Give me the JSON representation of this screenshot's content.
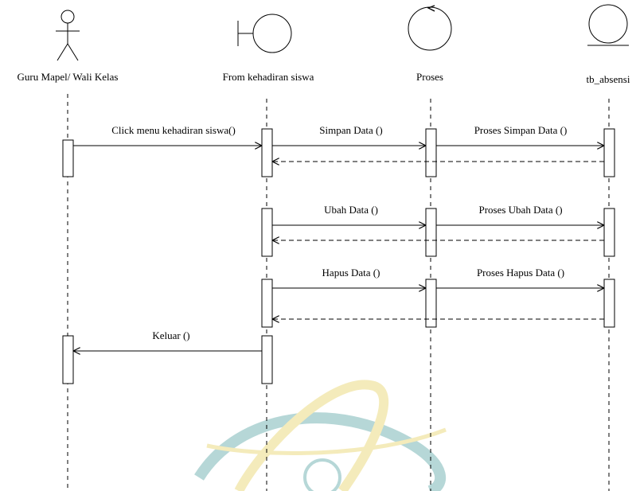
{
  "participants": [
    {
      "id": "actor",
      "label": "Guru Mapel/ Wali Kelas",
      "kind": "actor"
    },
    {
      "id": "boundary",
      "label": "From kehadiran siswa",
      "kind": "boundary"
    },
    {
      "id": "control",
      "label": "Proses",
      "kind": "control"
    },
    {
      "id": "entity",
      "label": "tb_absensi",
      "kind": "entity"
    }
  ],
  "messages": [
    {
      "label": "Click menu kehadiran siswa()",
      "from": "actor",
      "to": "boundary",
      "type": "sync"
    },
    {
      "label": "Simpan Data ()",
      "from": "boundary",
      "to": "control",
      "type": "sync"
    },
    {
      "label": "Proses Simpan Data ()",
      "from": "control",
      "to": "entity",
      "type": "sync"
    },
    {
      "label": "",
      "from": "entity",
      "to": "boundary",
      "type": "return"
    },
    {
      "label": "Ubah Data ()",
      "from": "boundary",
      "to": "control",
      "type": "sync"
    },
    {
      "label": "Proses Ubah Data ()",
      "from": "control",
      "to": "entity",
      "type": "sync"
    },
    {
      "label": "",
      "from": "entity",
      "to": "boundary",
      "type": "return"
    },
    {
      "label": "Hapus Data ()",
      "from": "boundary",
      "to": "control",
      "type": "sync"
    },
    {
      "label": "Proses Hapus Data ()",
      "from": "control",
      "to": "entity",
      "type": "sync"
    },
    {
      "label": "",
      "from": "entity",
      "to": "boundary",
      "type": "return"
    },
    {
      "label": "Keluar ()",
      "from": "boundary",
      "to": "actor",
      "type": "sync"
    }
  ],
  "colors": {
    "stroke": "#000000",
    "background": "#ffffff",
    "watermark_teal": "#5fa8a8",
    "watermark_yellow": "#e8d36a"
  }
}
